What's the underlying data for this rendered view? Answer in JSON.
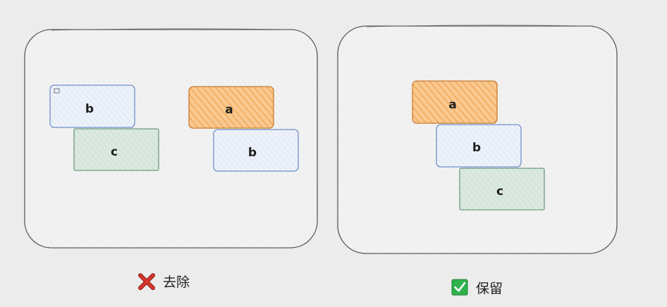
{
  "colors": {
    "background": "#ececec",
    "panel_fill": "#f2f2f2",
    "panel_stroke": "#5a5a5a",
    "box_a_fill": "#f6b26b",
    "box_a_stroke": "#c77c2e",
    "box_b_fill": "#e8eef8",
    "box_b_stroke": "#7090c8",
    "box_c_fill": "#d6e6dc",
    "box_c_stroke": "#6f9a80",
    "cross_red": "#d9342b",
    "check_green": "#2fb24c"
  },
  "left_panel": {
    "boxes": [
      {
        "label": "b",
        "kind": "b"
      },
      {
        "label": "c",
        "kind": "c"
      },
      {
        "label": "a",
        "kind": "a"
      },
      {
        "label": "b",
        "kind": "b"
      }
    ],
    "status_icon": "cross-mark-icon",
    "status_label": "去除"
  },
  "right_panel": {
    "boxes": [
      {
        "label": "a",
        "kind": "a"
      },
      {
        "label": "b",
        "kind": "b"
      },
      {
        "label": "c",
        "kind": "c"
      }
    ],
    "status_icon": "check-box-icon",
    "status_label": "保留"
  }
}
